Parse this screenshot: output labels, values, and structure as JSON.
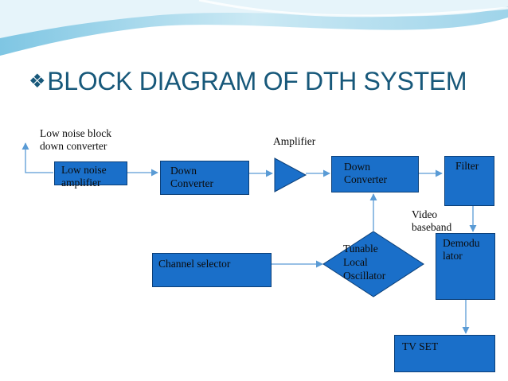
{
  "title": {
    "bullet": "❖",
    "text": "BLOCK DIAGRAM OF DTH SYSTEM"
  },
  "labels": {
    "lnb": "Low noise block\ndown converter",
    "amplifier": "Amplifier",
    "video_baseband": "Video\nbaseband"
  },
  "blocks": {
    "low_noise_amplifier": "Low noise\namplifier",
    "down_converter_1": "Down\nConverter",
    "down_converter_2": "Down\nConverter",
    "filter": "Filter",
    "demodulator": "Demodu\nlator",
    "channel_selector": "Channel selector",
    "tunable_local_oscillator": "Tunable\nLocal\nOscillator",
    "tv_set": "TV SET"
  },
  "colors": {
    "title": "#17587a",
    "block_fill": "#1a6fc9",
    "block_border": "#0b3f78",
    "connector": "#5a9bd5",
    "header_wave": "#bfe1ef"
  }
}
